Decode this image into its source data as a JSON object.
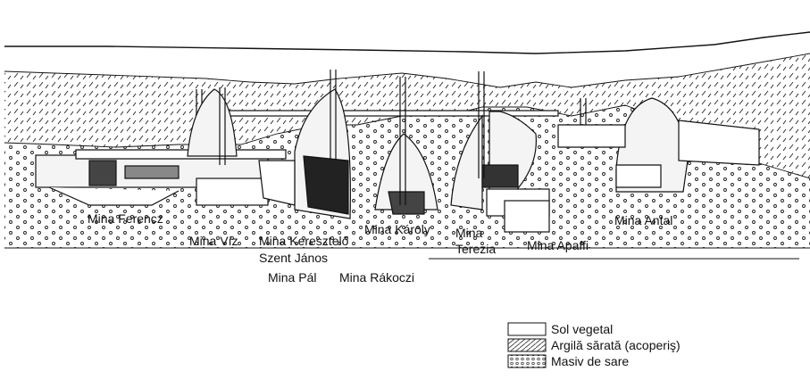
{
  "mine_labels": [
    {
      "id": "ferencz",
      "text": "Mina Ferencz"
    },
    {
      "id": "viz",
      "text": "Mina Víz"
    },
    {
      "id": "kereszt-1",
      "text": "Mina Keresztelő"
    },
    {
      "id": "kereszt-2",
      "text": "Szent János"
    },
    {
      "id": "pal",
      "text": "Mina Pál"
    },
    {
      "id": "rakoczi",
      "text": "Mina Rákoczi"
    },
    {
      "id": "karoly",
      "text": "Mina Károly"
    },
    {
      "id": "terezia-1",
      "text": "Mina"
    },
    {
      "id": "terezia-2",
      "text": "Terezia"
    },
    {
      "id": "apaffi",
      "text": "Mina Apaffi"
    },
    {
      "id": "antal",
      "text": "Mina Antal"
    }
  ],
  "legend": {
    "items": [
      {
        "id": "sol",
        "pattern": "blank",
        "label": "Sol vegetal"
      },
      {
        "id": "argila",
        "pattern": "dashes",
        "label": "Argilă sărată (acoperiş)"
      },
      {
        "id": "masiv",
        "pattern": "dots",
        "label": "Masiv de sare"
      }
    ]
  },
  "colors": {
    "ink": "#111111",
    "paper": "#ffffff",
    "cavity": "#f4f4f4"
  }
}
